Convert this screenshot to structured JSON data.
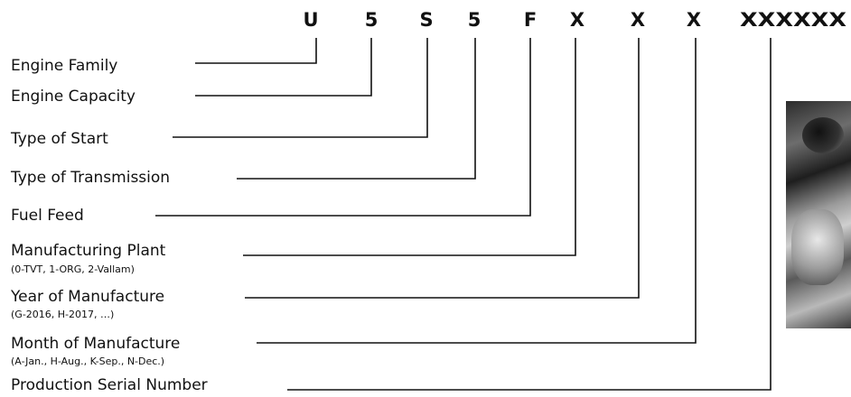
{
  "code": {
    "chars": [
      "U",
      "5",
      "S",
      "5",
      "F",
      "X",
      "X",
      "X",
      "XXXXXX"
    ]
  },
  "fields": [
    {
      "label": "Engine Family",
      "sub": ""
    },
    {
      "label": "Engine Capacity",
      "sub": ""
    },
    {
      "label": "Type of Start",
      "sub": ""
    },
    {
      "label": "Type of Transmission",
      "sub": ""
    },
    {
      "label": "Fuel Feed",
      "sub": ""
    },
    {
      "label": "Manufacturing  Plant",
      "sub": "(0-TVT, 1-ORG, 2-Vallam)"
    },
    {
      "label": "Year of Manufacture",
      "sub": "(G-2016, H-2017, …)"
    },
    {
      "label": "Month of Manufacture",
      "sub": "(A-Jan., H-Aug., K-Sep., N-Dec.)"
    },
    {
      "label": "Production Serial Number",
      "sub": ""
    }
  ],
  "photo": {
    "icon": "engine-photo"
  }
}
